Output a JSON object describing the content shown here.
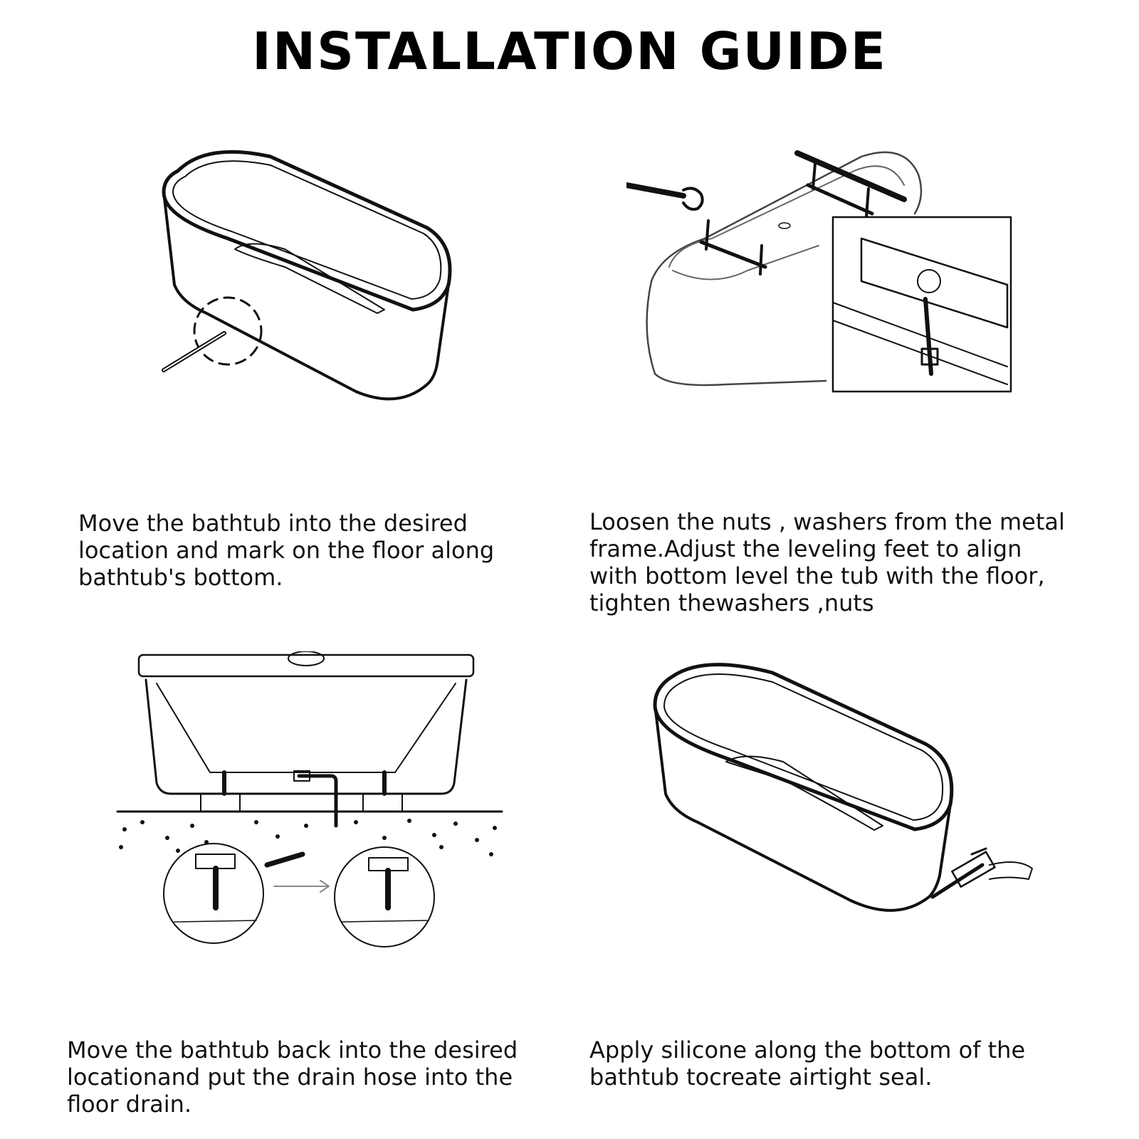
{
  "title": "INSTALLATION GUIDE",
  "steps": [
    {
      "caption": "Move the bathtub into the desired\nlocation and mark on the floor along\nbathtub's bottom.",
      "illustration": "bathtub-marking-floor-with-pencil"
    },
    {
      "caption": "Loosen the nuts , washers from the metal\nframe.Adjust the leveling feet to align\nwith bottom level the tub with the floor,\ntighten thewashers ,nuts",
      "illustration": "adjusting-leveling-feet-with-wrench"
    },
    {
      "caption": "Move the bathtub back into the desired\nlocationand put the drain hose into the\nfloor drain.",
      "illustration": "bathtub-drain-hose-into-floor-drain"
    },
    {
      "caption": "Apply silicone along the bottom of the\nbathtub tocreate airtight seal.",
      "illustration": "applying-silicone-with-caulk-gun"
    }
  ],
  "colors": {
    "line": "#111111",
    "background": "#ffffff"
  }
}
